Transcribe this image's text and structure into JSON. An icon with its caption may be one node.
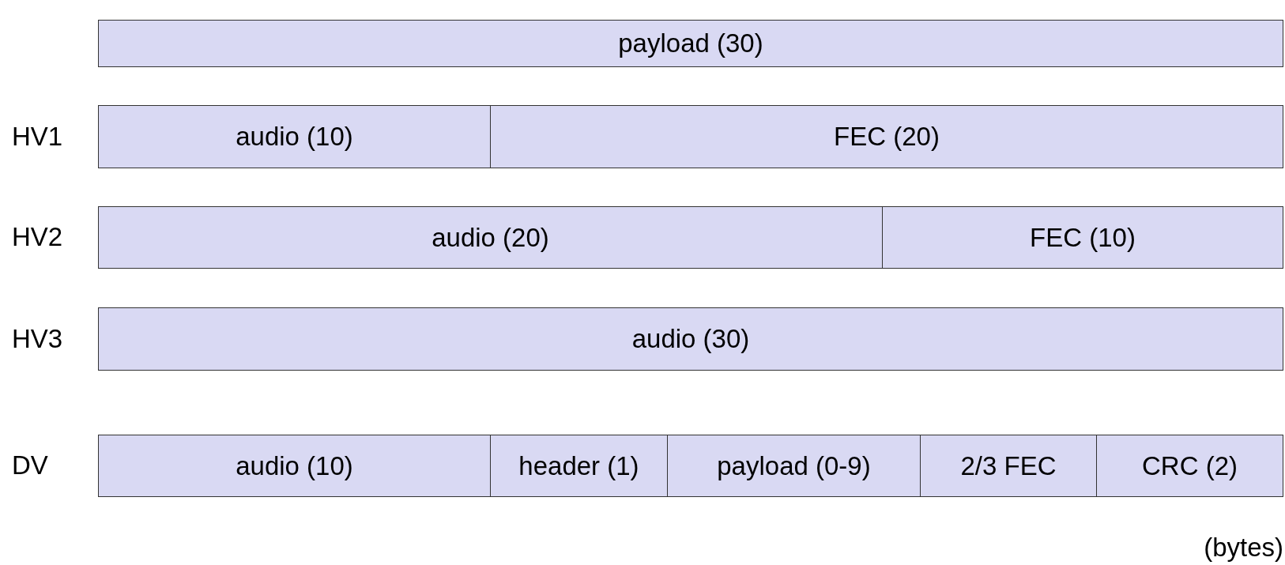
{
  "diagram": {
    "nodes": [
      {
        "text": [
          "payload (30)"
        ]
      },
      {
        "text": [
          "audio (10)"
        ]
      },
      {
        "text": [
          "FEC (20)"
        ]
      },
      {
        "text": [
          "audio (20)"
        ]
      },
      {
        "text": [
          "FEC (10)"
        ]
      },
      {
        "text": [
          "audio (30)"
        ]
      },
      {
        "text": [
          "audio (10)"
        ]
      },
      {
        "text": [
          "header (1)"
        ]
      },
      {
        "text": [
          "payload (0-9)"
        ]
      },
      {
        "text": [
          "2/3 FEC"
        ]
      },
      {
        "text": [
          "CRC (2)"
        ]
      }
    ],
    "edges": [],
    "labels": [
      "HV1",
      "HV2",
      "HV3",
      "DV",
      "(bytes)"
    ]
  }
}
